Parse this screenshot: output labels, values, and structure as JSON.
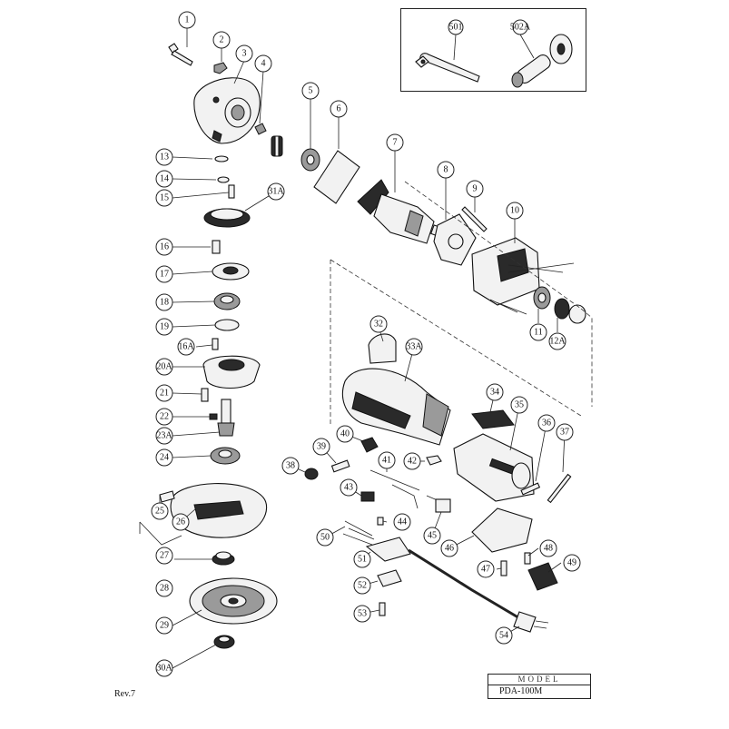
{
  "diagram": {
    "type": "exploded-parts-diagram",
    "revision": "Rev.7",
    "model_header": "MODEL",
    "model_value": "PDA-100M",
    "accessory_labels": [
      "501",
      "502A"
    ],
    "callout_labels": [
      "1",
      "2",
      "3",
      "4",
      "5",
      "6",
      "7",
      "8",
      "9",
      "10",
      "11",
      "12A",
      "13",
      "14",
      "15",
      "31A",
      "16",
      "17",
      "18",
      "19",
      "16A",
      "20A",
      "21",
      "22",
      "23A",
      "24",
      "25",
      "26",
      "27",
      "28",
      "29",
      "30A",
      "32",
      "33A",
      "34",
      "35",
      "36",
      "37",
      "38",
      "39",
      "40",
      "41",
      "42",
      "43",
      "44",
      "45",
      "46",
      "47",
      "48",
      "49",
      "50",
      "51",
      "52",
      "53",
      "54"
    ]
  }
}
